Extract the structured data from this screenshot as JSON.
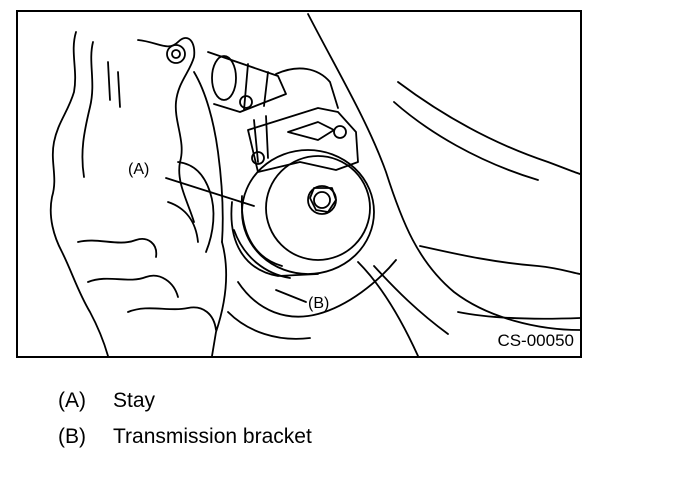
{
  "figure": {
    "code": "CS-00050",
    "callouts": [
      {
        "key": "(A)"
      },
      {
        "key": "(B)"
      }
    ]
  },
  "legend": [
    {
      "key": "(A)",
      "text": "Stay"
    },
    {
      "key": "(B)",
      "text": "Transmission bracket"
    }
  ]
}
